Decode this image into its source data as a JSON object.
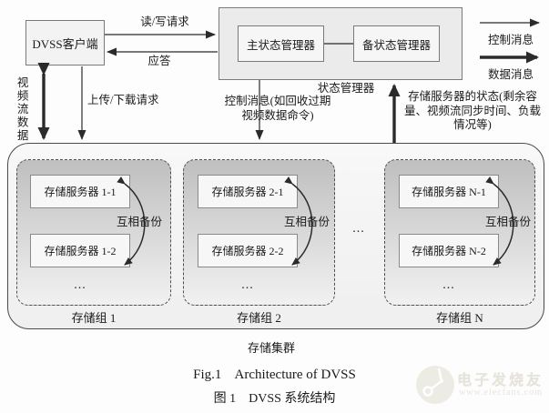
{
  "nodes": {
    "client": "DVSS客户端",
    "master_sm": "主状态管理器",
    "backup_sm": "备状态管理器",
    "sm_caption": "状态管理器"
  },
  "legend": {
    "control": "控制消息",
    "data": "数据消息"
  },
  "edges": {
    "rw_request": "读/写请求",
    "reply": "应答",
    "video_stream": "视频流数据",
    "upload_download": "上传/下载请求",
    "control_msg": "控制消息(如回收过期视频数据命令)",
    "server_status": "存储服务器的状态(剩余容量、视频流同步时间、负载情况等)",
    "mutual_backup": "互相备份"
  },
  "cluster": {
    "label": "存储集群",
    "between_ellipsis": "...",
    "groups": [
      {
        "label": "存储组 1",
        "servers": [
          "存储服务器 1-1",
          "存储服务器 1-2"
        ],
        "ellipsis": "..."
      },
      {
        "label": "存储组 2",
        "servers": [
          "存储服务器 2-1",
          "存储服务器 2-2"
        ],
        "ellipsis": "..."
      },
      {
        "label": "存储组 N",
        "servers": [
          "存储服务器 N-1",
          "存储服务器 N-2"
        ],
        "ellipsis": "..."
      }
    ]
  },
  "caption": {
    "en": "Fig.1    Architecture of DVSS",
    "zh": "图 1    DVSS 系统结构"
  },
  "watermark": {
    "name": "电子发烧友",
    "url": "www.elecfans.com"
  }
}
